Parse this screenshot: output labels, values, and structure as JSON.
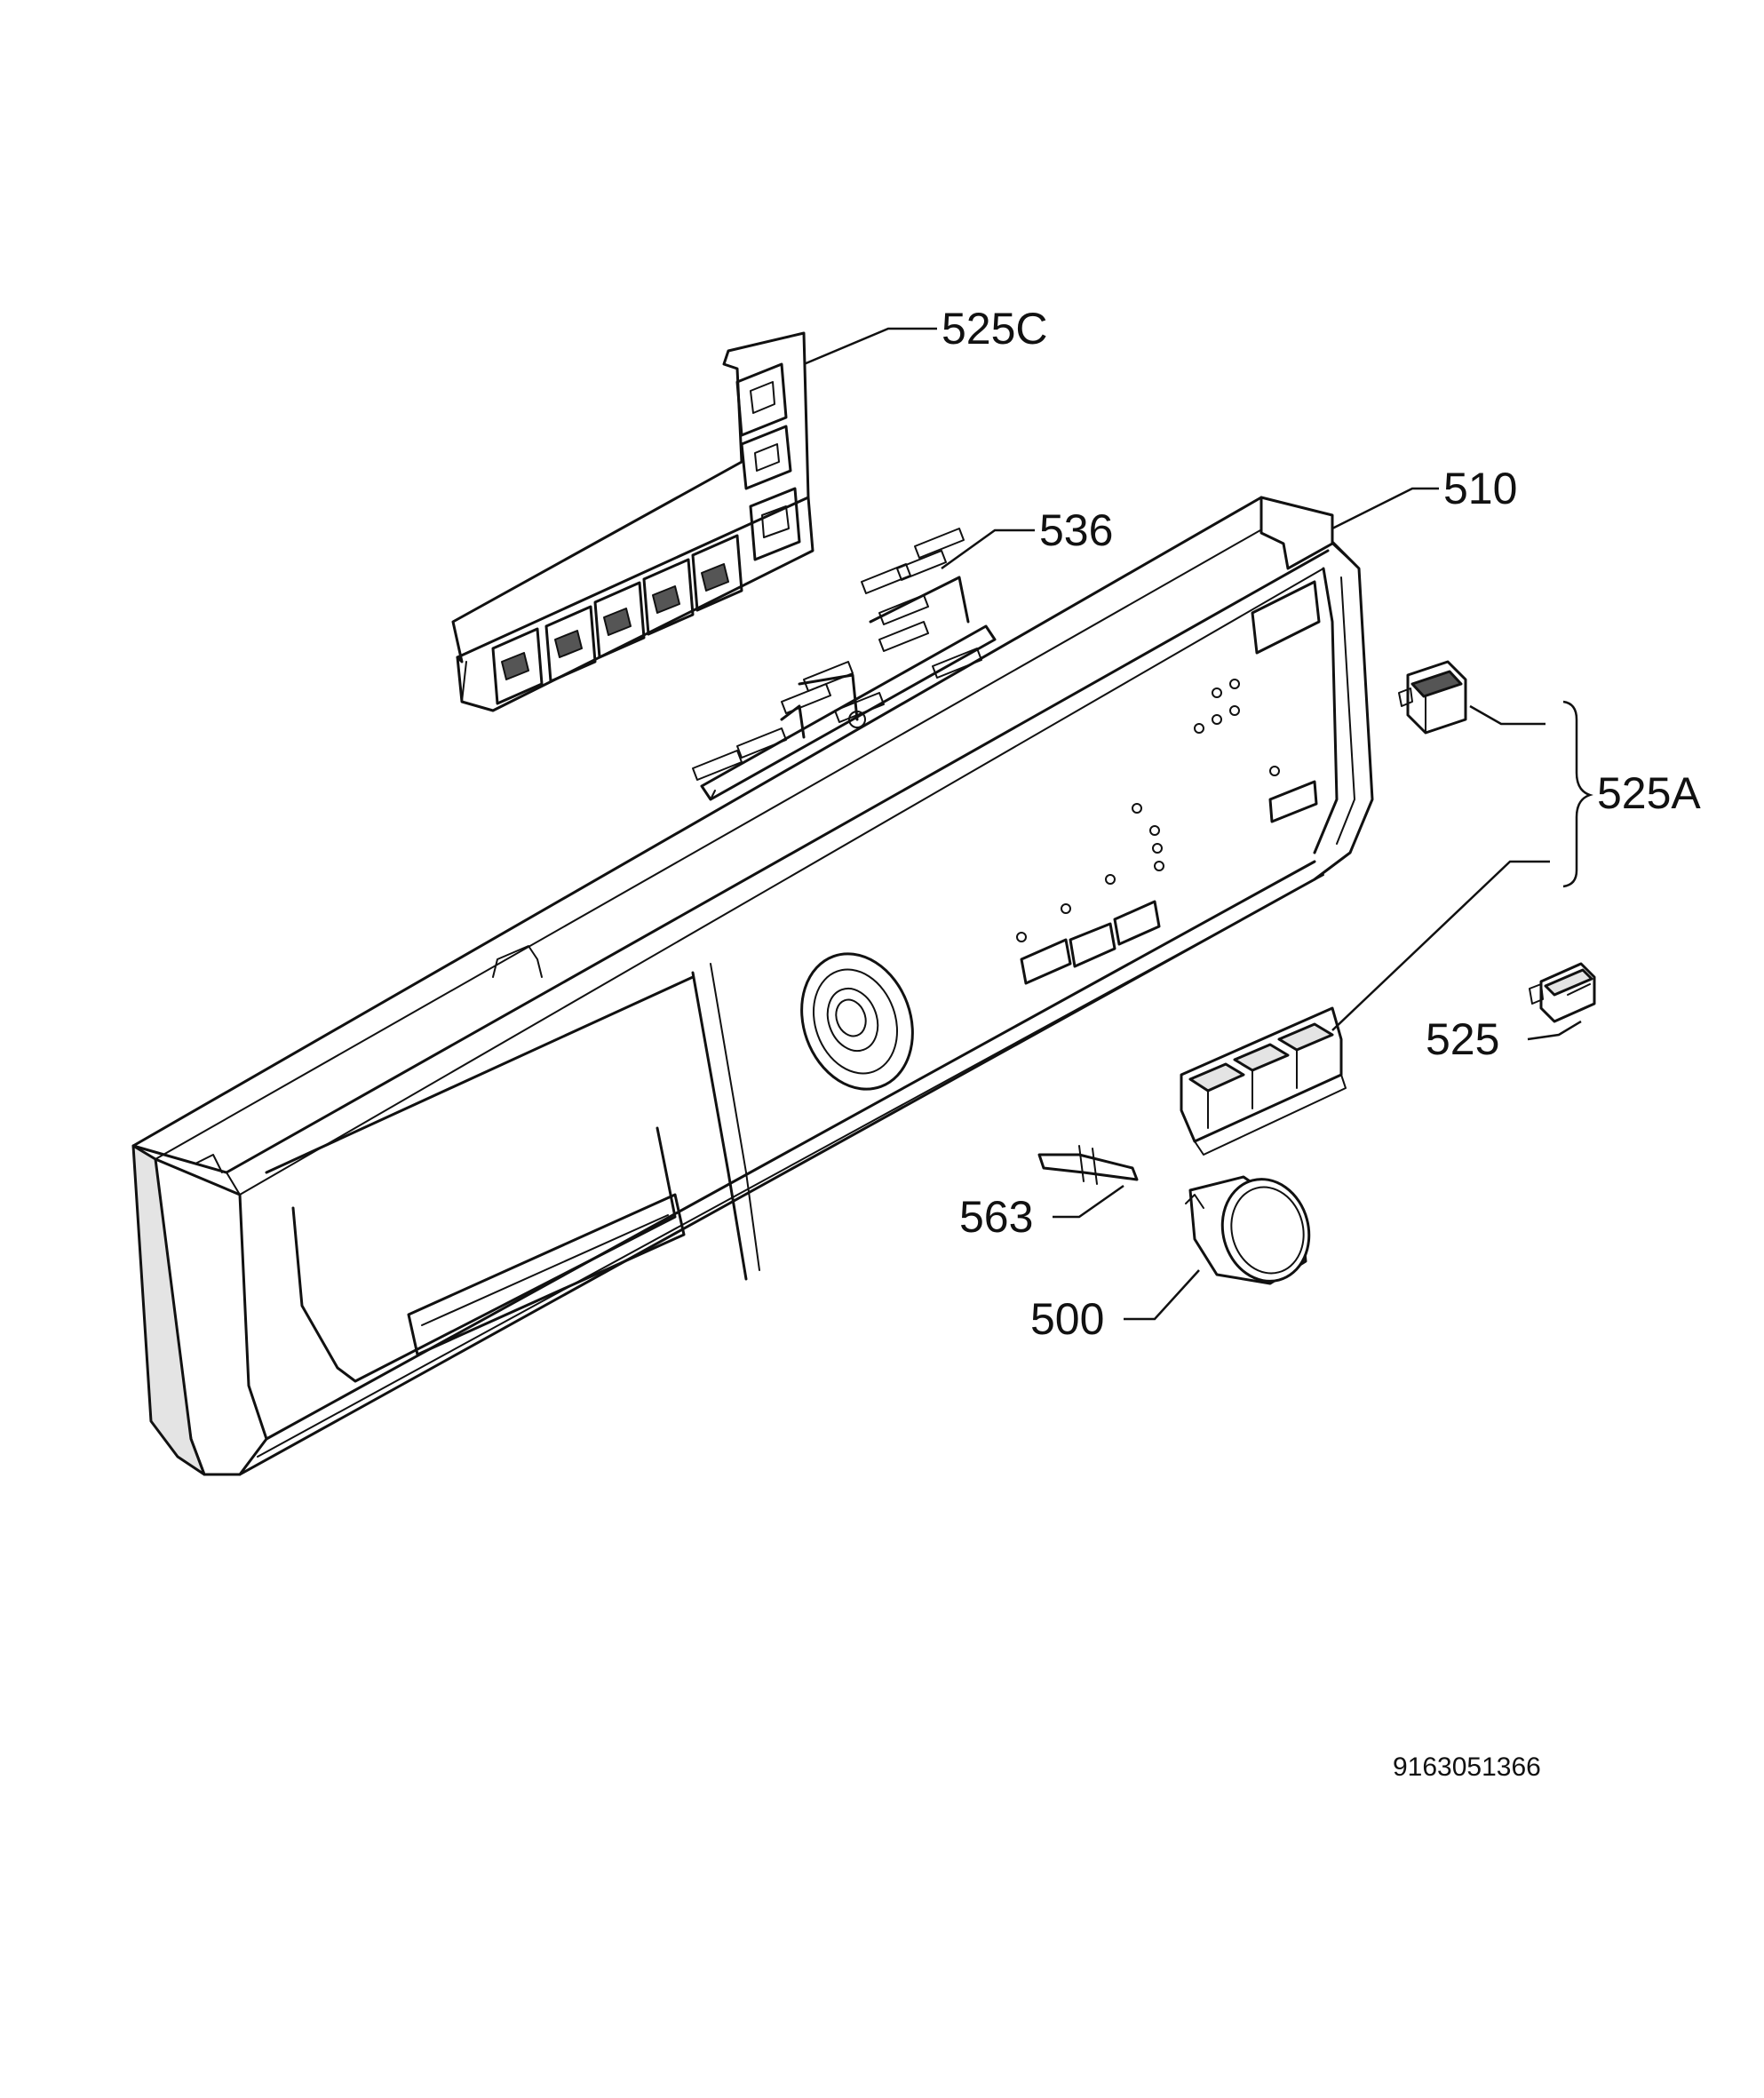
{
  "diagram": {
    "parts": [
      {
        "id": "525C",
        "label": "525C"
      },
      {
        "id": "536",
        "label": "536"
      },
      {
        "id": "510",
        "label": "510"
      },
      {
        "id": "525A",
        "label": "525A"
      },
      {
        "id": "525",
        "label": "525"
      },
      {
        "id": "563",
        "label": "563"
      },
      {
        "id": "500",
        "label": "500"
      }
    ],
    "document_number": "9163051366"
  }
}
